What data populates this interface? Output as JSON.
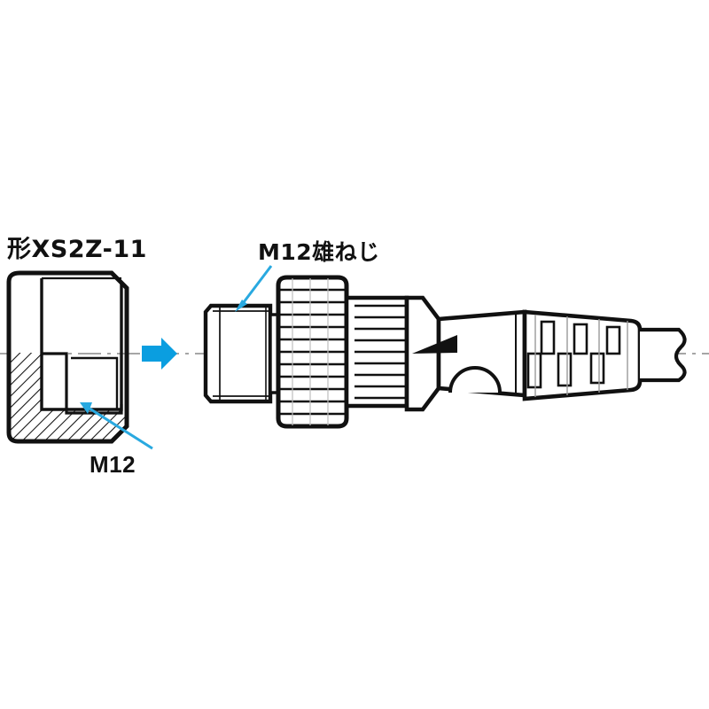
{
  "diagram": {
    "title": "M12 connector and protective cap assembly drawing",
    "type": "technical-line-drawing",
    "background_color": "#ffffff",
    "line_color": "#111111",
    "accent_color": "#00a8e8",
    "centerline_color": "#999999"
  },
  "labels": {
    "cap_model": "形XS2Z-11",
    "male_thread": "M12雄ねじ",
    "cap_thread": "M12"
  },
  "parts": {
    "cap": {
      "name": "protective cap",
      "model": "形XS2Z-11",
      "thread": "M12",
      "section_view": "half-section, lower half hatched"
    },
    "connector": {
      "name": "M12 cable connector plug",
      "thread": "M12雄ねじ",
      "features": [
        "threaded nose",
        "knurled coupling nut",
        "ribbed grip sleeve",
        "keying triangle marker",
        "dome boss",
        "strain relief grip pads",
        "cable with break line"
      ]
    }
  },
  "annotations": {
    "assembly_arrow": "blue right arrow indicating cap mates onto connector",
    "leader_m12": "cyan leader from M12 label to internal thread of cap",
    "leader_male_thread": "cyan leader from M12雄ねじ label to connector threaded nose"
  },
  "icons": {
    "assembly_arrow": "arrow-right-icon",
    "keying_marker": "triangle-left-icon"
  }
}
